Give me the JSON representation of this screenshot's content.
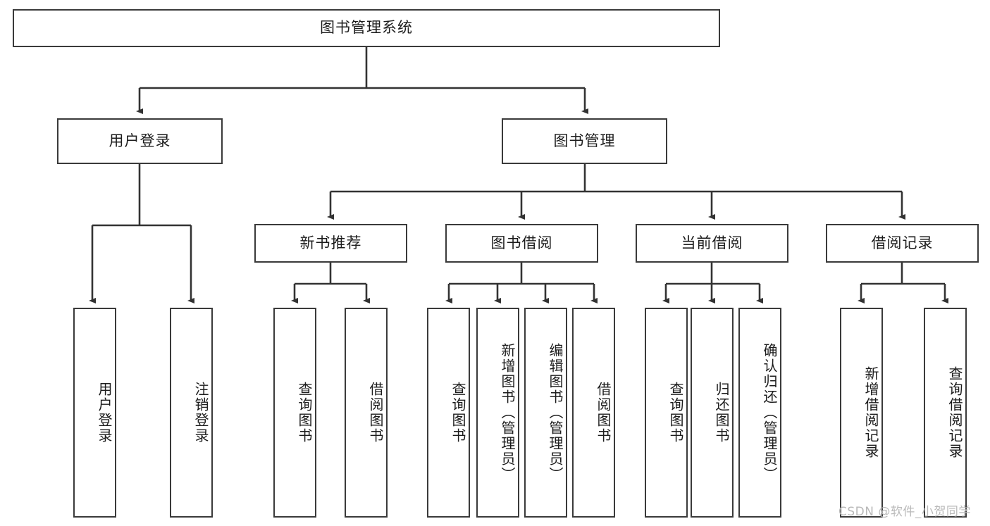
{
  "diagram": {
    "title": "图书管理系统",
    "type": "tree-hierarchy-diagram",
    "colors": {
      "node_border": "#3a3a3a",
      "node_fill": "#ffffff",
      "edge": "#333333",
      "text": "#1c1c1c",
      "watermark": "#b9b9b9",
      "background": "#ffffff"
    }
  },
  "root": {
    "label": "图书管理系统"
  },
  "level2": [
    {
      "label": "用户登录"
    },
    {
      "label": "图书管理"
    }
  ],
  "level3": [
    {
      "label": "新书推荐"
    },
    {
      "label": "图书借阅"
    },
    {
      "label": "当前借阅"
    },
    {
      "label": "借阅记录"
    }
  ],
  "leaves": {
    "user_login": [
      {
        "label": "用户登录"
      },
      {
        "label": "注销登录"
      }
    ],
    "new_book": [
      {
        "label": "查询图书"
      },
      {
        "label": "借阅图书"
      }
    ],
    "book_borrow": [
      {
        "label": "查询图书"
      },
      {
        "label": "新增图书（管理员）"
      },
      {
        "label": "编辑图书（管理员）"
      },
      {
        "label": "借阅图书"
      }
    ],
    "current_borrow": [
      {
        "label": "查询图书"
      },
      {
        "label": "归还图书"
      },
      {
        "label": "确认归还（管理员）"
      }
    ],
    "borrow_record": [
      {
        "label": "新增借阅记录"
      },
      {
        "label": "查询借阅记录"
      }
    ]
  },
  "watermark": {
    "text": "CSDN @软件_小贺同学"
  }
}
